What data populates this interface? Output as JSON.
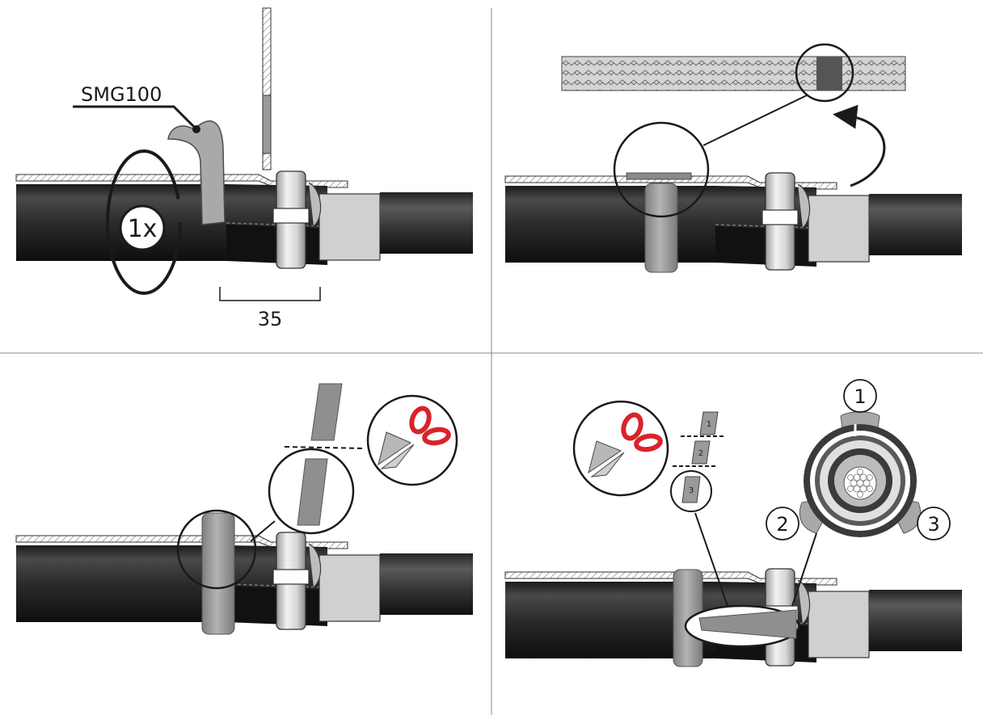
{
  "panel1": {
    "product_label": "SMG100",
    "turns_label": "1x",
    "dimension_label": "35"
  },
  "panel4": {
    "position_labels": [
      "1",
      "2",
      "3"
    ],
    "strip_labels": [
      "1",
      "2",
      "3"
    ]
  },
  "colors": {
    "cable_dark": "#2a2a2a",
    "sheath_light": "#cfcfcf",
    "tape_grey": "#8f8f8f",
    "scissor_red": "#d9232a",
    "outline": "#1a1a1a"
  },
  "icons": [
    "scissors-icon",
    "rotate-arrow-icon",
    "curved-arrow-icon",
    "magnifier-circle-icon"
  ]
}
